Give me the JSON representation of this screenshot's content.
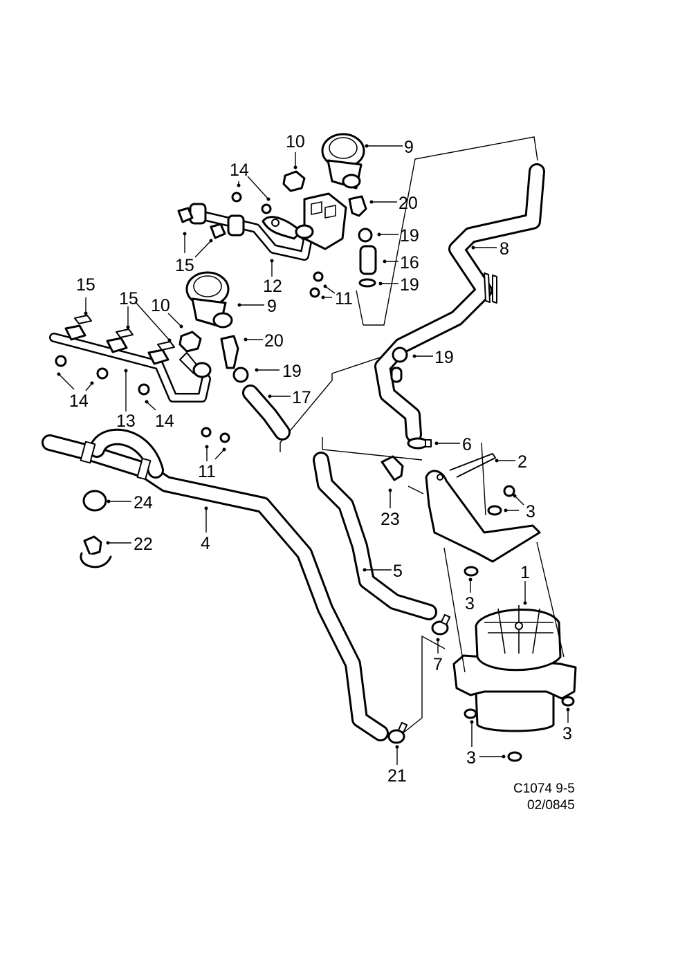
{
  "diagram": {
    "title": "Secondary air injection system exploded parts diagram",
    "reference_code": "C1074 9-5",
    "reference_date": "02/0845",
    "callouts": [
      {
        "id": "c9a",
        "label": "9",
        "part": "air valve (upper)"
      },
      {
        "id": "c10a",
        "label": "10",
        "part": "gasket (upper)"
      },
      {
        "id": "c14a",
        "label": "14",
        "part": "bolt (upper pipe)"
      },
      {
        "id": "c20a",
        "label": "20",
        "part": "adapter (upper)"
      },
      {
        "id": "c19a",
        "label": "19",
        "part": "hose clamp"
      },
      {
        "id": "c16",
        "label": "16",
        "part": "short hose"
      },
      {
        "id": "c19b",
        "label": "19",
        "part": "hose clamp"
      },
      {
        "id": "c8",
        "label": "8",
        "part": "air hose"
      },
      {
        "id": "c15a",
        "label": "15",
        "part": "clip (upper)"
      },
      {
        "id": "c12",
        "label": "12",
        "part": "air pipe (upper)"
      },
      {
        "id": "c11a",
        "label": "11",
        "part": "bolt (upper valve)"
      },
      {
        "id": "c15b",
        "label": "15",
        "part": "clip (left)"
      },
      {
        "id": "c15c",
        "label": "15",
        "part": "clip (left pair)"
      },
      {
        "id": "c10b",
        "label": "10",
        "part": "gasket (lower)"
      },
      {
        "id": "c9b",
        "label": "9",
        "part": "air valve (lower)"
      },
      {
        "id": "c20b",
        "label": "20",
        "part": "adapter (lower)"
      },
      {
        "id": "c19c",
        "label": "19",
        "part": "hose clamp"
      },
      {
        "id": "c19d",
        "label": "19",
        "part": "hose clamp"
      },
      {
        "id": "c17",
        "label": "17",
        "part": "bent hose"
      },
      {
        "id": "c14b",
        "label": "14",
        "part": "bolt (left)"
      },
      {
        "id": "c13",
        "label": "13",
        "part": "air pipe (lower)"
      },
      {
        "id": "c14c",
        "label": "14",
        "part": "bolt (middle)"
      },
      {
        "id": "c11b",
        "label": "11",
        "part": "bolt (lower valve)"
      },
      {
        "id": "c6",
        "label": "6",
        "part": "hose clamp"
      },
      {
        "id": "c2",
        "label": "2",
        "part": "bracket"
      },
      {
        "id": "c3a",
        "label": "3",
        "part": "nut"
      },
      {
        "id": "c24",
        "label": "24",
        "part": "hose clamp"
      },
      {
        "id": "c22",
        "label": "22",
        "part": "hose holder"
      },
      {
        "id": "c4",
        "label": "4",
        "part": "main air hose"
      },
      {
        "id": "c23",
        "label": "23",
        "part": "holder"
      },
      {
        "id": "c5",
        "label": "5",
        "part": "hose"
      },
      {
        "id": "c3b",
        "label": "3",
        "part": "rubber bushing"
      },
      {
        "id": "c1",
        "label": "1",
        "part": "secondary air pump"
      },
      {
        "id": "c7",
        "label": "7",
        "part": "hose clamp"
      },
      {
        "id": "c3c",
        "label": "3",
        "part": "rubber bushing (right)"
      },
      {
        "id": "c3d",
        "label": "3",
        "part": "rubber bushing (left)"
      },
      {
        "id": "c3e",
        "label": "3",
        "part": "rubber bushing (bottom)"
      },
      {
        "id": "c21",
        "label": "21",
        "part": "hose clamp"
      }
    ]
  }
}
